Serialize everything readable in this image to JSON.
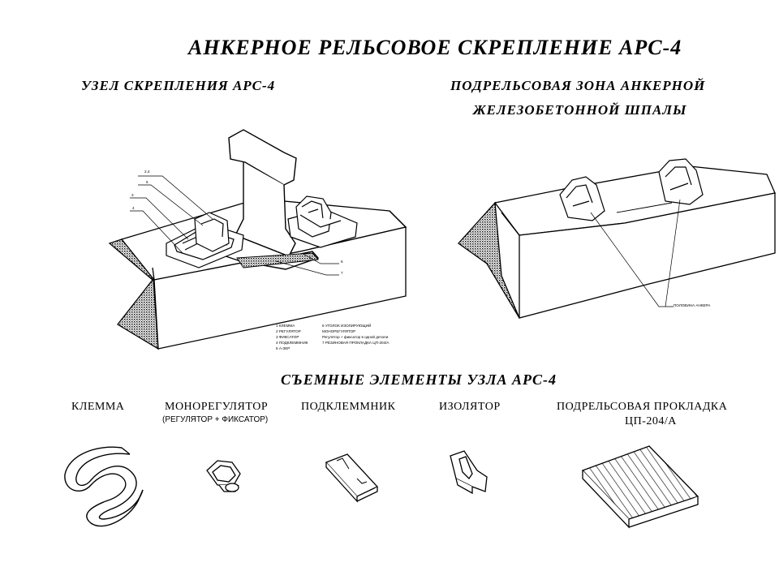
{
  "title": "АНКЕРНОЕ РЕЛЬСОВОЕ СКРЕПЛЕНИЕ  АРС-4",
  "left_heading": "УЗЕЛ  СКРЕПЛЕНИЯ  АРС-4",
  "right_heading": {
    "line1": "ПОДРЕЛЬСОВАЯ  ЗОНА  АНКЕРНОЙ",
    "line2": "ЖЕЛЕЗОБЕТОННОЙ  ШПАЛЫ"
  },
  "callouts": {
    "n_2_4": "2,4",
    "n_5": "5",
    "n_3": "3",
    "n_4": "4",
    "n_6": "6",
    "n_7": "7"
  },
  "legend": {
    "col1": [
      "1 КЛЕММА",
      "2 РЕГУЛЯТОР",
      "3 ФИКСАТОР",
      "4 ПОДКЛЕММНИК",
      "5 А-ЗЕР"
    ],
    "col2": [
      "6 УГОЛОК ИЗОЛИРУЮЩИЙ",
      "МОНОРЕГУЛЯТОР",
      "Регулятор + фиксатор в одной детали",
      "7 РЕЗИНОВАЯ ПРОКЛАДКА ЦП-204/А"
    ]
  },
  "anchor_label": "ПОЛОВИНА АНКЕРА",
  "removable_heading": "СЪЕМНЫЕ  ЭЛЕМЕНТЫ  УЗЛА  АРС-4",
  "items": [
    {
      "label": "КЛЕММА"
    },
    {
      "label": "МОНОРЕГУЛЯТОР",
      "sub": "(РЕГУЛЯТОР + ФИКСАТОР)"
    },
    {
      "label": "ПОДКЛЕММНИК"
    },
    {
      "label": "ИЗОЛЯТОР"
    },
    {
      "label": "ПОДРЕЛЬСОВАЯ  ПРОКЛАДКА",
      "sub": "ЦП-204/А"
    }
  ]
}
